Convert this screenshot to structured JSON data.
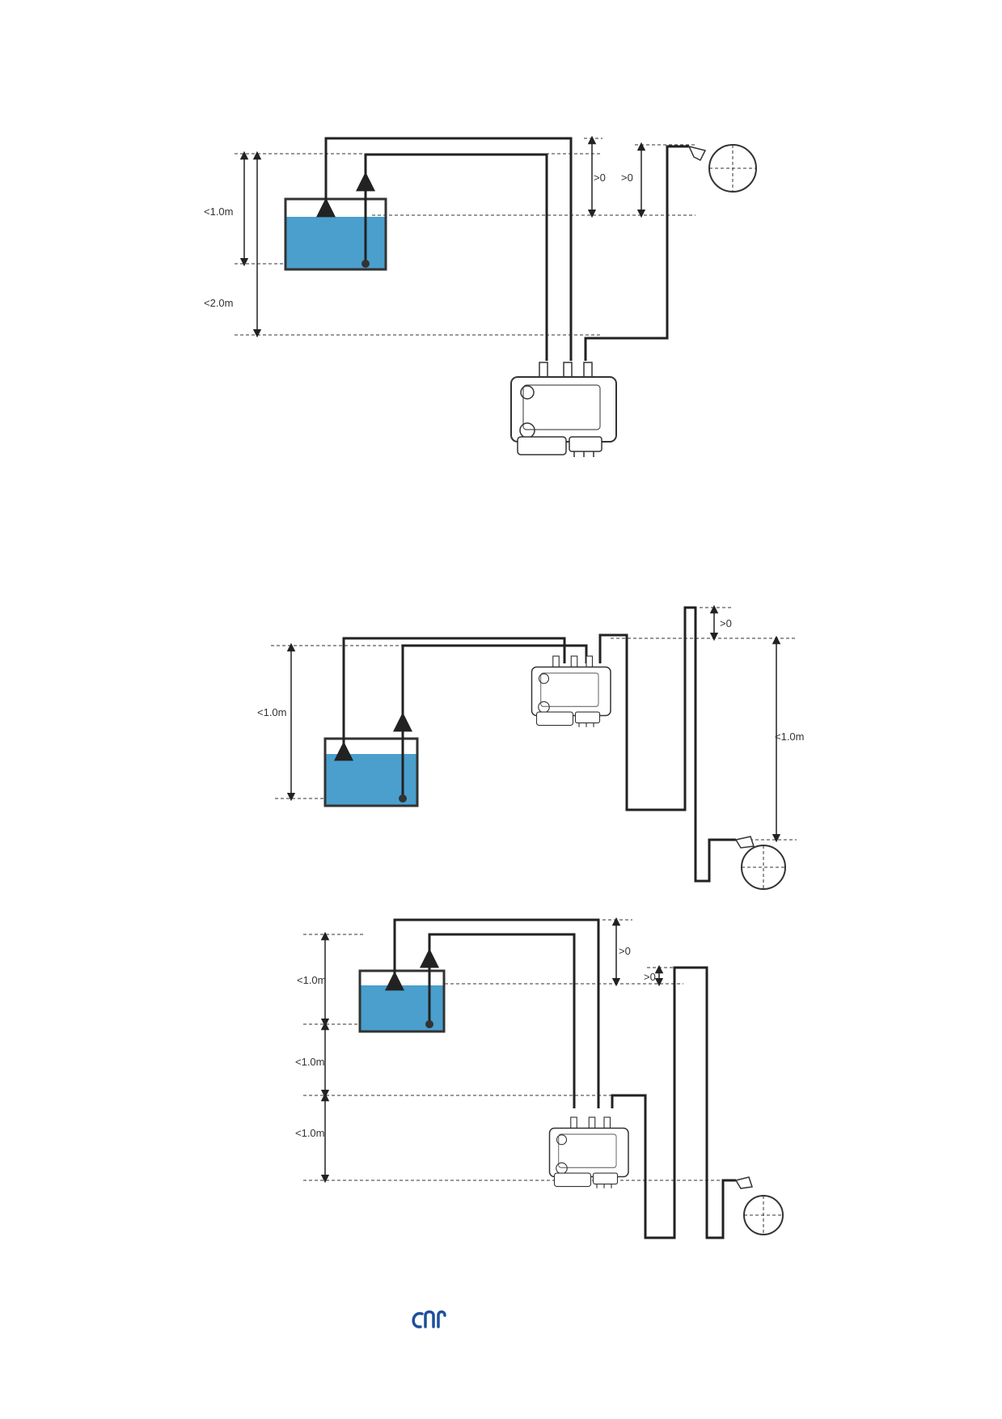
{
  "colors": {
    "water": "#4a9fcd",
    "line": "#222222",
    "logo": "#1d4f9c"
  },
  "diagrams": [
    {
      "labels": {
        "tank_to_top": "<1.0m",
        "tank_to_bottom": "<2.0m",
        "pipe_rise": ">0",
        "tap_rise": ">0"
      }
    },
    {
      "labels": {
        "tank_height": "<1.0m",
        "riser_top": ">0",
        "tap_drop": "<1.0m"
      }
    },
    {
      "labels": {
        "tank_height": "<1.0m",
        "mid_drop": "<1.0m",
        "heater_drop": "<1.0m",
        "pipe_rise": ">0",
        "riser_top": ">0"
      }
    }
  ],
  "footer": {
    "logo_icon": "company-logo-icon"
  }
}
